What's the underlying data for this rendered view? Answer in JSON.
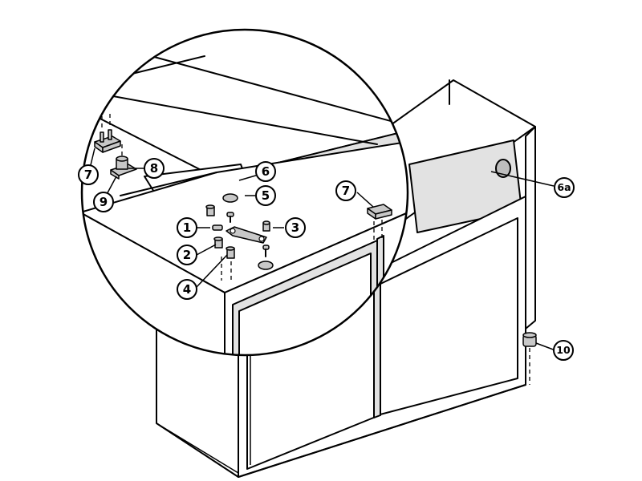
{
  "callouts": [
    {
      "id": "c1",
      "label": "1"
    },
    {
      "id": "c2",
      "label": "2"
    },
    {
      "id": "c3",
      "label": "3"
    },
    {
      "id": "c4",
      "label": "4"
    },
    {
      "id": "c5",
      "label": "5"
    },
    {
      "id": "c6",
      "label": "6"
    },
    {
      "id": "c6a",
      "label": "6a"
    },
    {
      "id": "c7a",
      "label": "7"
    },
    {
      "id": "c7b",
      "label": "7"
    },
    {
      "id": "c8",
      "label": "8"
    },
    {
      "id": "c9",
      "label": "9"
    },
    {
      "id": "c10",
      "label": "10"
    }
  ]
}
